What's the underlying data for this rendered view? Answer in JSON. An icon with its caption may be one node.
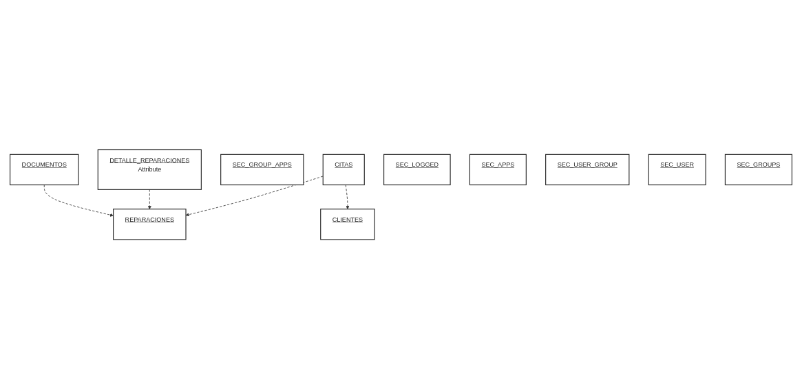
{
  "diagram": {
    "nodes": [
      {
        "text": [
          "CITAS"
        ]
      },
      {
        "text": [
          "REPARACIONES"
        ]
      },
      {
        "text": [
          "DETALLE_REPARACIONES",
          "Attribute"
        ]
      },
      {
        "text": [
          "SEC_GROUP_APPS"
        ]
      },
      {
        "text": [
          "CLIENTES"
        ]
      },
      {
        "text": [
          "DOCUMENTOS"
        ]
      },
      {
        "text": [
          "SEC_LOGGED"
        ]
      },
      {
        "text": [
          "SEC_APPS"
        ]
      },
      {
        "text": [
          "SEC_USER_GROUP"
        ]
      },
      {
        "text": [
          "SEC_USER"
        ]
      },
      {
        "text": [
          "SEC_GROUPS"
        ]
      }
    ],
    "edges": [
      {
        "from": 0,
        "to": 1,
        "arrow": "to",
        "style": "dashed"
      },
      {
        "from": 2,
        "to": 1,
        "arrow": "to",
        "style": "dashed"
      },
      {
        "from": 0,
        "to": 4,
        "arrow": "to",
        "style": "dashed"
      },
      {
        "from": 5,
        "to": 1,
        "arrow": "to",
        "style": "dashed"
      }
    ]
  }
}
